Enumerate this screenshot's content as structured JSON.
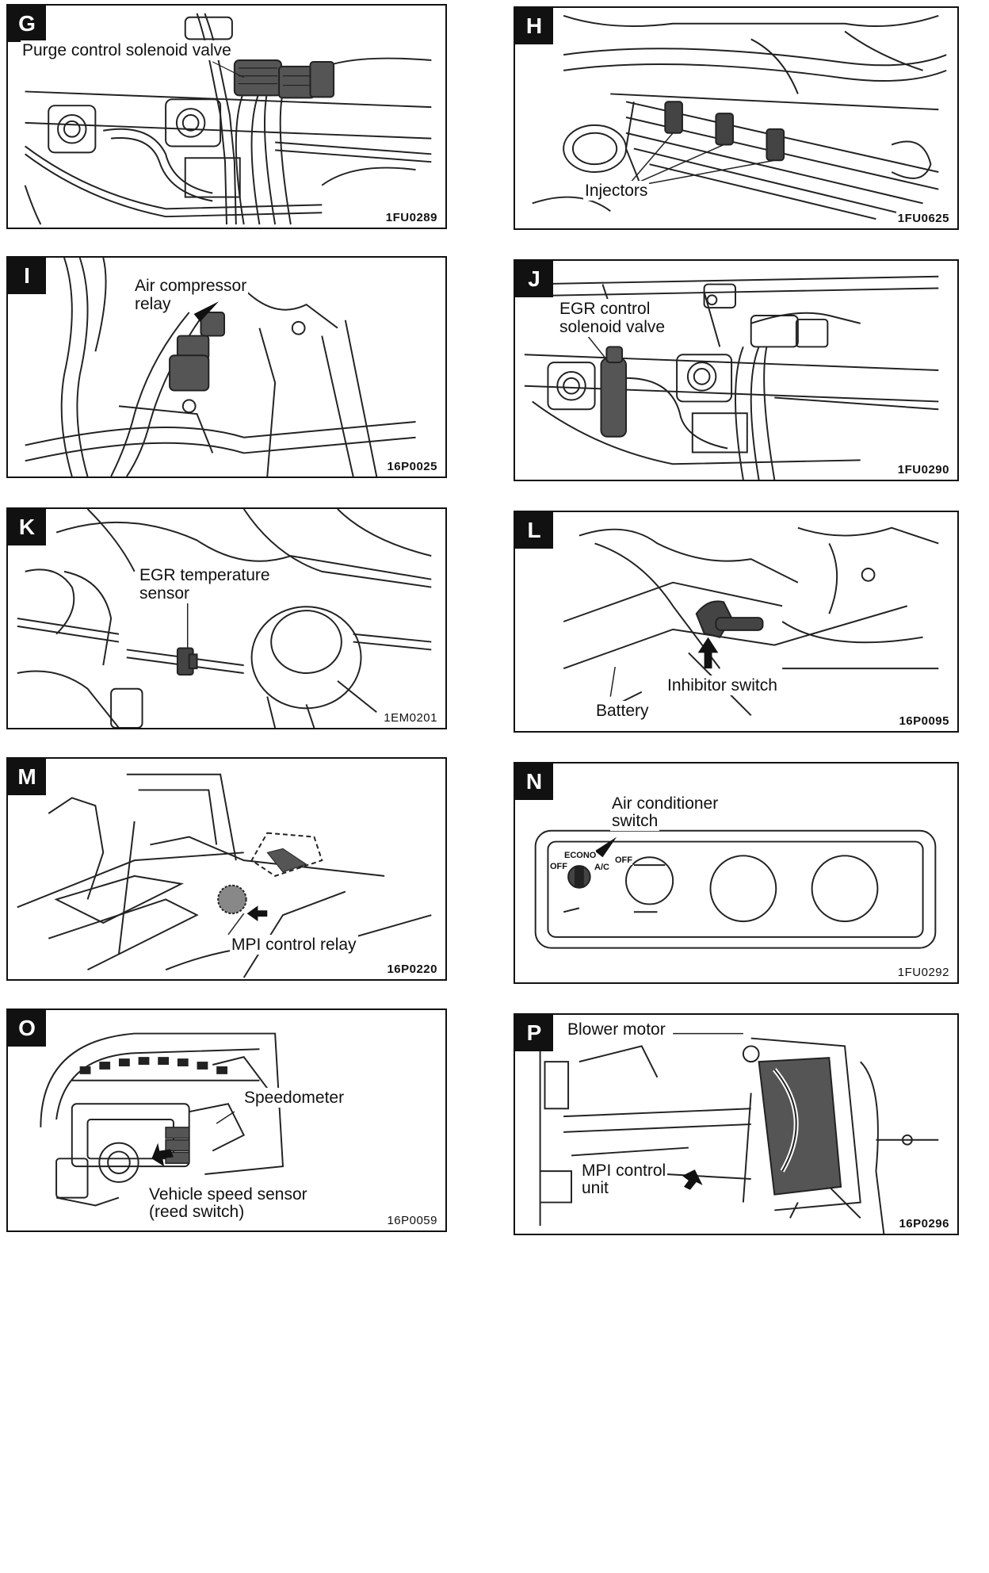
{
  "panels": {
    "g": {
      "letter": "G",
      "code": "1FU0289",
      "labels": {
        "purge": "Purge control solenoid valve"
      }
    },
    "h": {
      "letter": "H",
      "code": "1FU0625",
      "labels": {
        "injectors": "Injectors"
      }
    },
    "i": {
      "letter": "I",
      "code": "16P0025",
      "labels": {
        "line1": "Air compressor",
        "line2": "relay"
      }
    },
    "j": {
      "letter": "J",
      "code": "1FU0290",
      "labels": {
        "line1": "EGR control",
        "line2": "solenoid valve"
      }
    },
    "k": {
      "letter": "K",
      "code": "1EM0201",
      "labels": {
        "line1": "EGR temperature",
        "line2": "sensor"
      }
    },
    "l": {
      "letter": "L",
      "code": "16P0095",
      "labels": {
        "inhibitor": "Inhibitor switch",
        "battery": "Battery"
      }
    },
    "m": {
      "letter": "M",
      "code": "16P0220",
      "labels": {
        "relay": "MPI control relay"
      }
    },
    "n": {
      "letter": "N",
      "code": "1FU0292",
      "labels": {
        "line1": "Air conditioner",
        "line2": "switch",
        "econo": "ECONO",
        "ac": "A/C",
        "off1": "OFF",
        "off2": "OFF"
      }
    },
    "o": {
      "letter": "O",
      "code": "16P0059",
      "labels": {
        "speedometer": "Speedometer",
        "line1": "Vehicle speed sensor",
        "line2": "(reed switch)"
      }
    },
    "p": {
      "letter": "P",
      "code": "16P0296",
      "labels": {
        "blower": "Blower motor",
        "line1": "MPI control",
        "line2": "unit"
      }
    }
  }
}
